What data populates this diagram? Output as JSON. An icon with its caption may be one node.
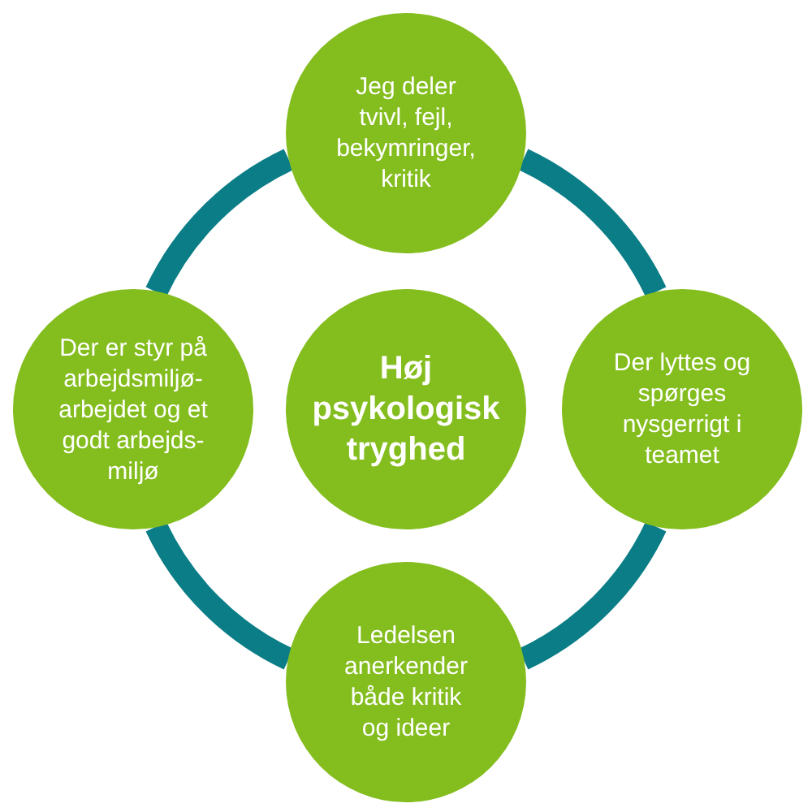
{
  "diagram": {
    "nodes": [
      {
        "text": [
          "Jeg deler tvivl, fejl, bekymringer, kritik"
        ]
      },
      {
        "text": [
          "Der er styr på arbejdsmiljø-arbejdet og et godt arbejds-miljø"
        ]
      },
      {
        "text": [
          "Høj psykologisk tryghed"
        ]
      },
      {
        "text": [
          "Der lyttes og spørges nysgerrigt i teamet"
        ]
      },
      {
        "text": [
          "Ledelsen anerkender både kritik og ideer"
        ]
      }
    ],
    "edges": [
      {
        "from": 0,
        "to": 3,
        "arrow": "none"
      },
      {
        "from": 3,
        "to": 4,
        "arrow": "none"
      },
      {
        "from": 4,
        "to": 1,
        "arrow": "none"
      },
      {
        "from": 1,
        "to": 0,
        "arrow": "none"
      }
    ]
  }
}
